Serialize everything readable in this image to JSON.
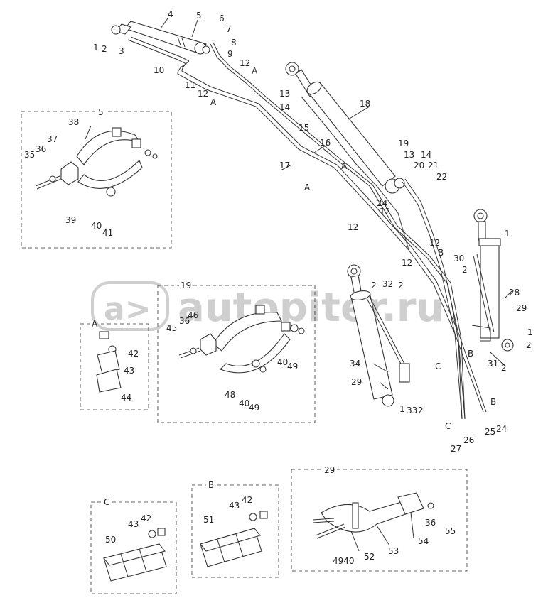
{
  "watermark": {
    "text": "autopiter.ru",
    "logo": "a>"
  },
  "panels": {
    "clamp5": "5",
    "fittingA": "A",
    "clamp19": "19",
    "clampC": "C",
    "clampB": "B",
    "bracket29": "29"
  },
  "labels": {
    "n1": "1",
    "n2": "2",
    "n3": "3",
    "n4": "4",
    "n5": "5",
    "n6": "6",
    "n7": "7",
    "n8": "8",
    "n9": "9",
    "n10": "10",
    "n11": "11",
    "n12": "12",
    "n13": "13",
    "n14": "14",
    "n15": "15",
    "n16": "16",
    "n17": "17",
    "n18": "18",
    "n19": "19",
    "n20": "20",
    "n21": "21",
    "n22": "22",
    "n24": "24",
    "n25": "25",
    "n26": "26",
    "n27": "27",
    "n28": "28",
    "n29": "29",
    "n30": "30",
    "n31": "31",
    "n32": "32",
    "n33": "33",
    "n34": "34",
    "n35": "35",
    "n36": "36",
    "n37": "37",
    "n38": "38",
    "n39": "39",
    "n40": "40",
    "n41": "41",
    "n42": "42",
    "n43": "43",
    "n44": "44",
    "n45": "45",
    "n46": "46",
    "n48": "48",
    "n49": "49",
    "n50": "50",
    "n51": "51",
    "n52": "52",
    "n53": "53",
    "n54": "54",
    "n55": "55",
    "n4940": "4940",
    "A": "A",
    "B": "B",
    "C": "C"
  }
}
